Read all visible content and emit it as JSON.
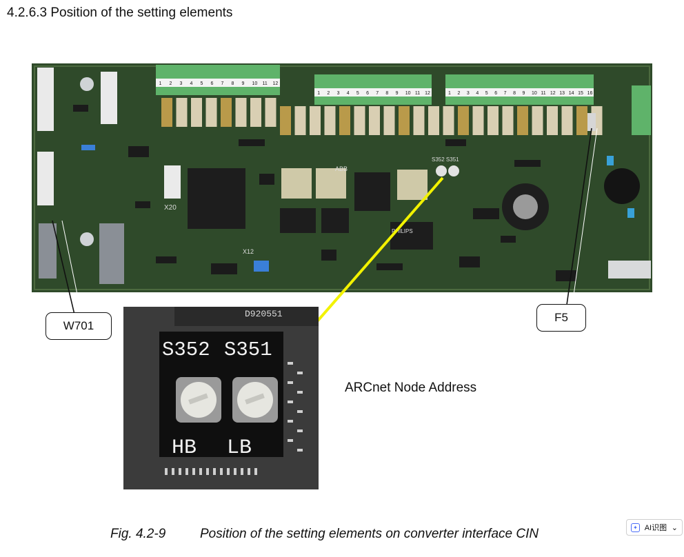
{
  "page": {
    "heading": "4.2.6.3 Position of the setting elements",
    "caption": {
      "fig_number": "Fig. 4.2-9",
      "fig_title": "Position of the setting elements on converter interface CIN"
    }
  },
  "board": {
    "terminal_block_1": [
      "1",
      "2",
      "3",
      "4",
      "5",
      "6",
      "7",
      "8",
      "9",
      "10",
      "11",
      "12"
    ],
    "terminal_block_2": [
      "1",
      "2",
      "3",
      "4",
      "5",
      "6",
      "7",
      "8",
      "9",
      "10",
      "11",
      "12"
    ],
    "terminal_block_3": [
      "1",
      "2",
      "3",
      "4",
      "5",
      "6",
      "7",
      "8",
      "9",
      "10",
      "11",
      "12",
      "13",
      "14",
      "15",
      "16"
    ],
    "silk_x20": "X20",
    "silk_abb": "ABB",
    "silk_s352_s351": "S352 S351",
    "silk_x12": "X12",
    "chip_philips": "PHILIPS"
  },
  "callouts": {
    "w701": "W701",
    "f5": "F5"
  },
  "zoom": {
    "chip_id": "D920551",
    "switch_left": "S352",
    "switch_right": "S351",
    "label_left": "HB",
    "label_right": "LB"
  },
  "arcnet_label": "ARCnet Node Address",
  "ui": {
    "ai_button_label": "AI识图"
  },
  "colors": {
    "pcb": "#2f4a2a",
    "terminal": "#5fb36a",
    "arrow": "#f2f200"
  }
}
